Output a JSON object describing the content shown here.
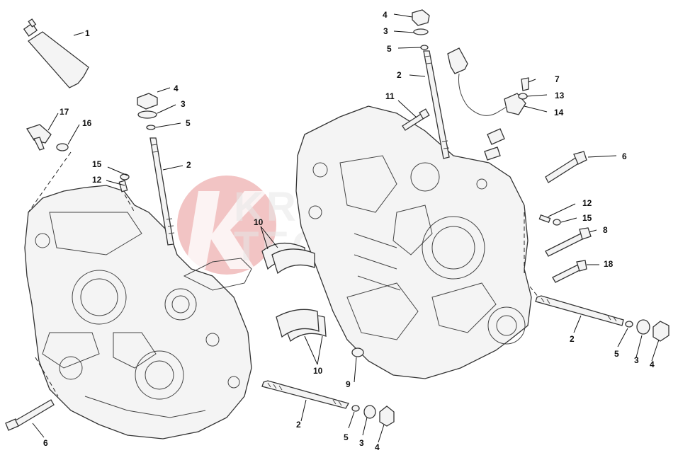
{
  "diagram": {
    "colors": {
      "line": "#333333",
      "background": "#ffffff",
      "watermark_red": "#e06a6a",
      "watermark_grey": "#bdbdbd"
    },
    "callouts": [
      {
        "id": "c1",
        "label": "1"
      },
      {
        "id": "c2",
        "label": "4"
      },
      {
        "id": "c3",
        "label": "3"
      },
      {
        "id": "c4",
        "label": "5"
      },
      {
        "id": "c5",
        "label": "2"
      },
      {
        "id": "c6",
        "label": "17"
      },
      {
        "id": "c7",
        "label": "16"
      },
      {
        "id": "c8",
        "label": "15"
      },
      {
        "id": "c9",
        "label": "12"
      },
      {
        "id": "c10",
        "label": "10"
      },
      {
        "id": "c11",
        "label": "10"
      },
      {
        "id": "c12",
        "label": "9"
      },
      {
        "id": "c13",
        "label": "6"
      },
      {
        "id": "c14",
        "label": "2"
      },
      {
        "id": "c15",
        "label": "5"
      },
      {
        "id": "c16",
        "label": "3"
      },
      {
        "id": "c17",
        "label": "4"
      },
      {
        "id": "c18",
        "label": "4"
      },
      {
        "id": "c19",
        "label": "3"
      },
      {
        "id": "c20",
        "label": "5"
      },
      {
        "id": "c21",
        "label": "2"
      },
      {
        "id": "c22",
        "label": "11"
      },
      {
        "id": "c23",
        "label": "7"
      },
      {
        "id": "c24",
        "label": "13"
      },
      {
        "id": "c25",
        "label": "14"
      },
      {
        "id": "c26",
        "label": "6"
      },
      {
        "id": "c27",
        "label": "12"
      },
      {
        "id": "c28",
        "label": "15"
      },
      {
        "id": "c29",
        "label": "8"
      },
      {
        "id": "c30",
        "label": "18"
      },
      {
        "id": "c31",
        "label": "2"
      },
      {
        "id": "c32",
        "label": "5"
      },
      {
        "id": "c33",
        "label": "3"
      },
      {
        "id": "c34",
        "label": "4"
      }
    ]
  }
}
